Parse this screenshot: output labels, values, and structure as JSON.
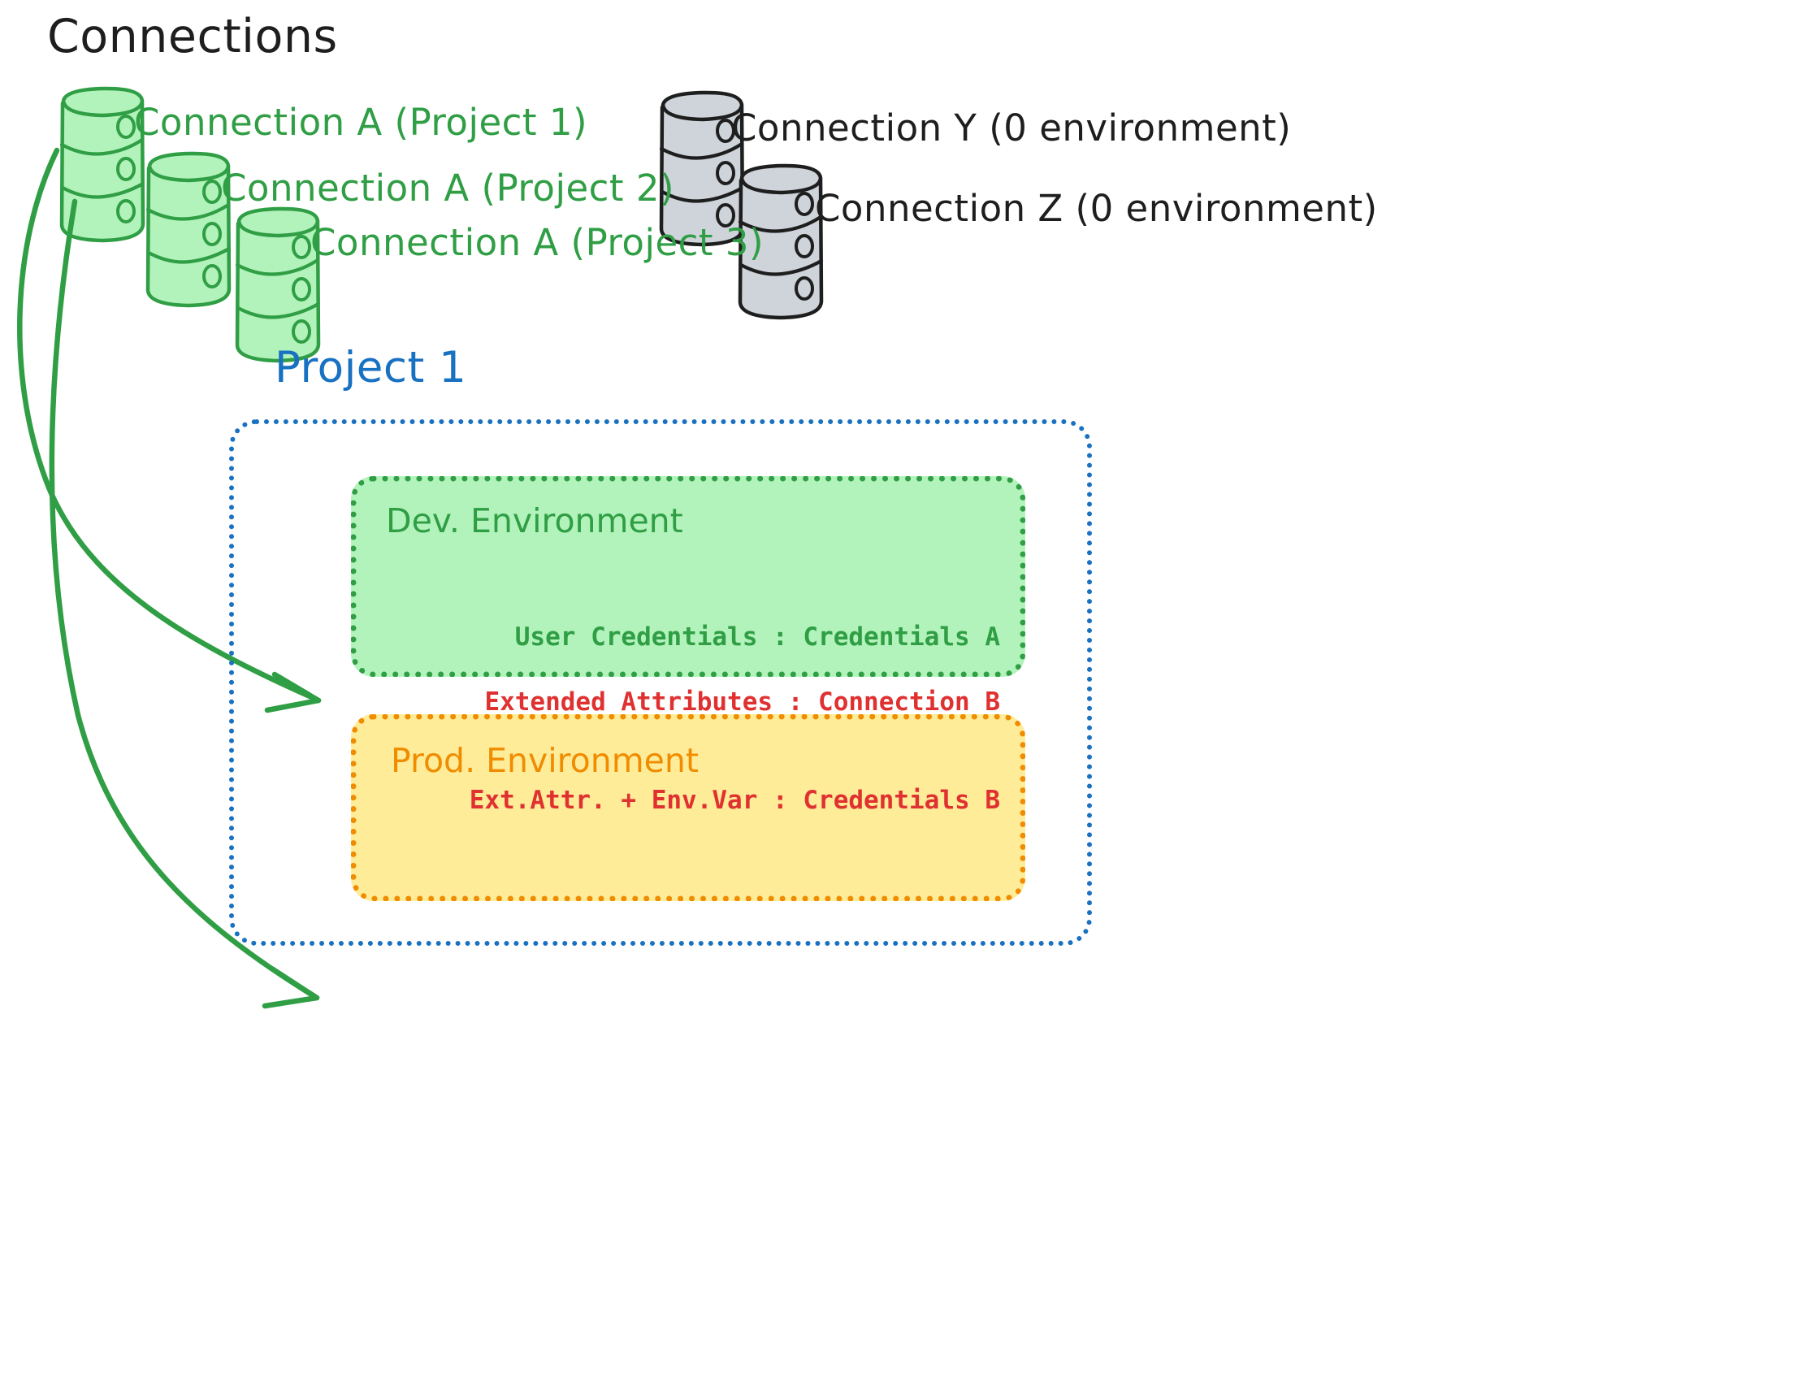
{
  "diagram": {
    "title": "Connections",
    "project": {
      "label": "Project 1",
      "border_color": "#1971c2"
    },
    "connections": [
      {
        "label": "Connection A (Project 1)",
        "color": "#2f9e44",
        "kind": "database-icon",
        "state": "assigned"
      },
      {
        "label": "Connection A (Project 2)",
        "color": "#2f9e44",
        "kind": "database-icon",
        "state": "assigned"
      },
      {
        "label": "Connection A (Project 3)",
        "color": "#2f9e44",
        "kind": "database-icon",
        "state": "assigned"
      },
      {
        "label": "Connection Y (0 environment)",
        "color": "#1e1e1e",
        "kind": "database-icon",
        "state": "unassigned"
      },
      {
        "label": "Connection Z (0 environment)",
        "color": "#1e1e1e",
        "kind": "database-icon",
        "state": "unassigned"
      }
    ],
    "environments": [
      {
        "name": "Dev. Environment",
        "fill": "#b2f2bb",
        "stroke": "#2f9e44",
        "text_color": "#2f9e44",
        "details": [
          "User Credentials : Credentials A"
        ]
      },
      {
        "name": "Prod. Environment",
        "fill": "#ffec99",
        "stroke": "#f08c00",
        "text_color": "#e03131",
        "details": [
          "Extended Attributes : Connection B",
          "Ext.Attr. + Env.Var : Credentials B"
        ]
      }
    ],
    "arrows": [
      {
        "from": "Connection A (Project 1)",
        "to": "Dev. Environment",
        "color": "#2f9e44"
      },
      {
        "from": "Connection A (Project 1)",
        "to": "Prod. Environment",
        "color": "#2f9e44"
      }
    ]
  }
}
